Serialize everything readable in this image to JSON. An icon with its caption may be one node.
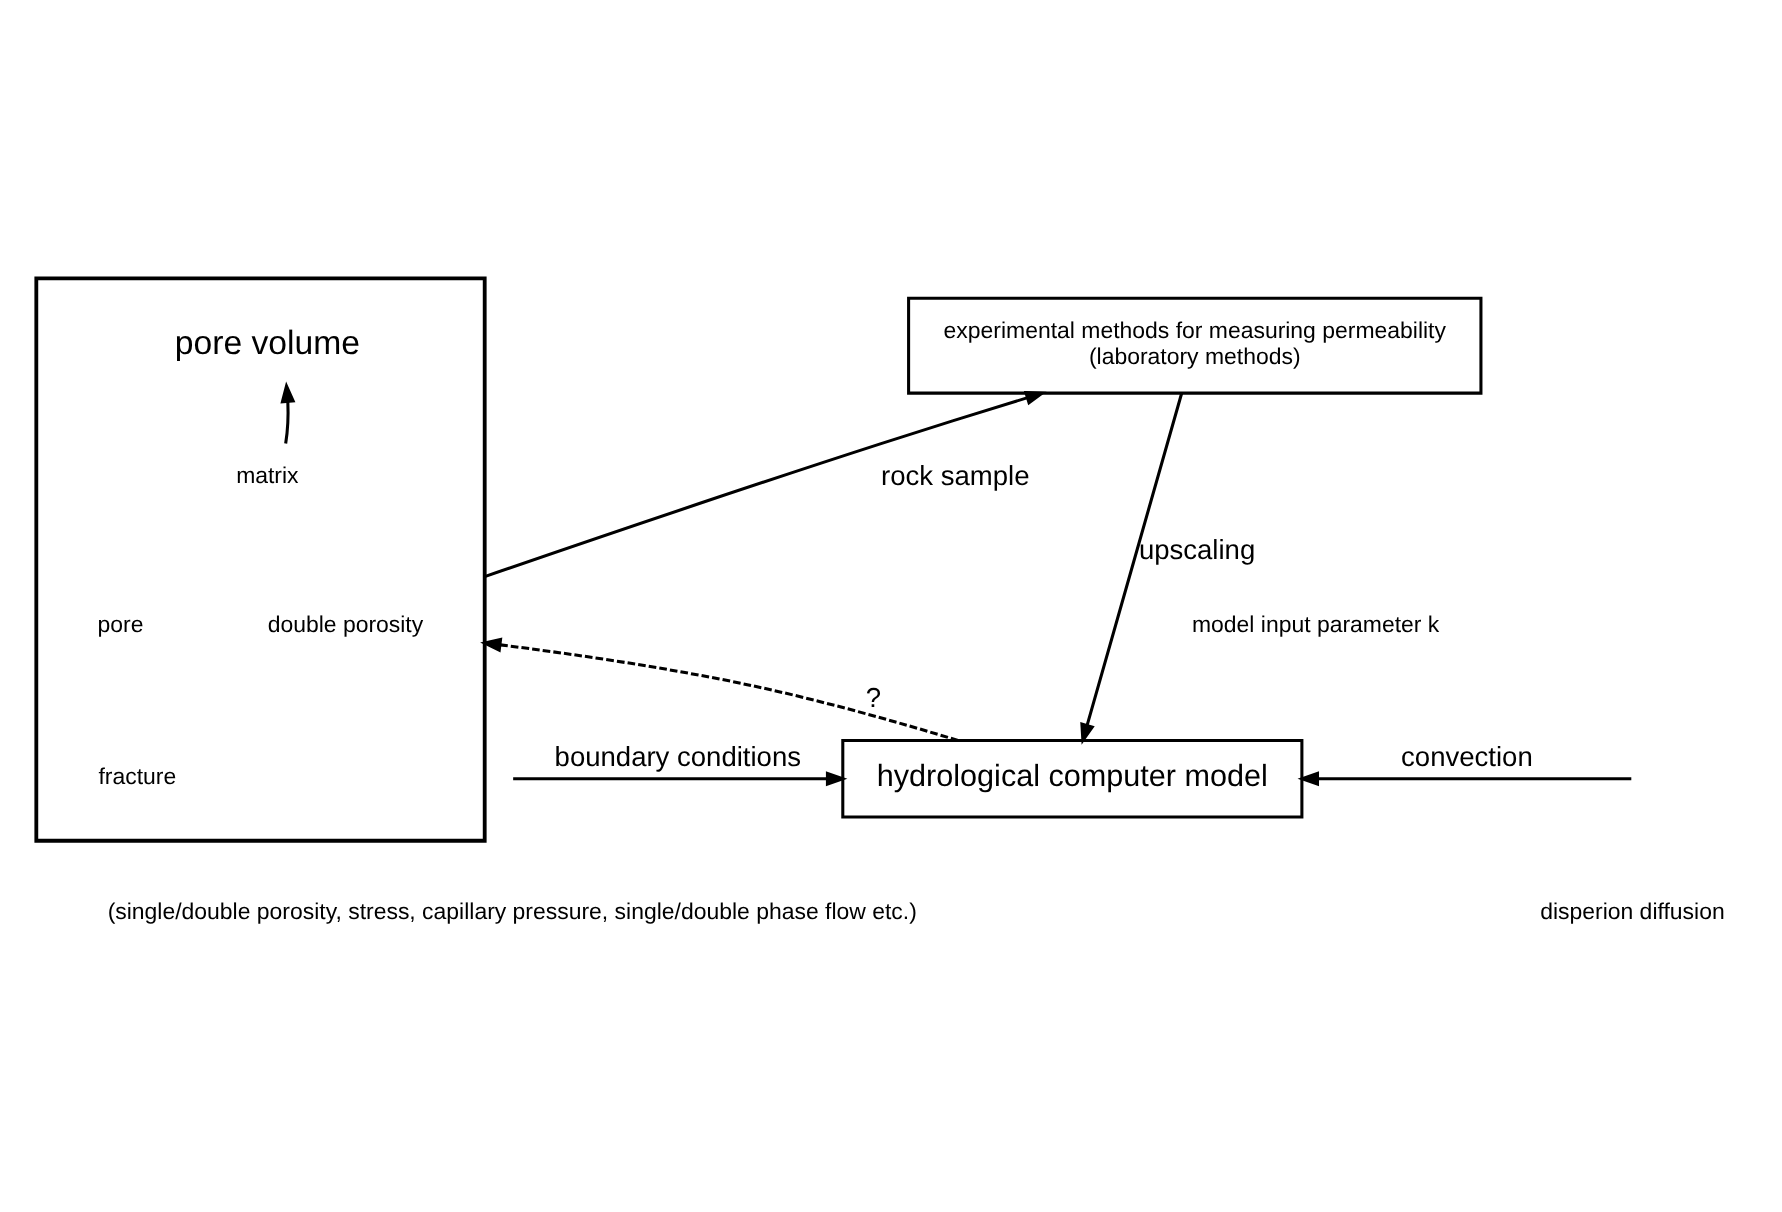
{
  "diagram": {
    "nodes": [
      {
        "text": [],
        "shape": "box"
      },
      {
        "text": [
          "pore volume"
        ],
        "in": 0
      },
      {
        "text": [
          "matrix"
        ],
        "in": 0
      },
      {
        "text": [
          "pore"
        ],
        "in": 0
      },
      {
        "text": [
          "fracture"
        ],
        "in": 0
      },
      {
        "text": [
          "double porosity"
        ],
        "in": 0
      },
      {
        "text": [
          "experimental methods for measuring permeability",
          "(laboratory methods)"
        ]
      },
      {
        "text": [
          "hydrological computer model"
        ]
      }
    ],
    "edges": [
      {
        "from": 2,
        "to": 1,
        "arrow": "to"
      },
      {
        "from": 0,
        "to": 6,
        "arrow": "to",
        "label": "rock sample"
      },
      {
        "from": 6,
        "to": 7,
        "arrow": "to",
        "label": "upscaling"
      },
      {
        "from": 7,
        "to": 0,
        "arrow": "to",
        "label": "?",
        "style": "dashed"
      },
      {
        "from": null,
        "to": 7,
        "arrow": "to",
        "label": "boundary conditions"
      },
      {
        "from": null,
        "to": 7,
        "arrow": "to",
        "label": "convection"
      }
    ],
    "labels": [
      "model input parameter k",
      "(single/double porosity, stress, capillary pressure, single/double phase flow etc.)",
      "disperion diffusion"
    ]
  }
}
